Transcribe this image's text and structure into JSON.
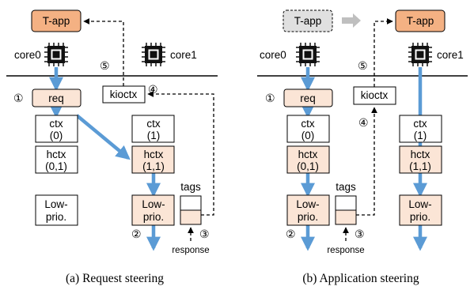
{
  "colors": {
    "app_active": "#f4b183",
    "app_inactive": "#e0e0e0",
    "queue_active": "#fbe5d6",
    "flow_arrow": "#5b9bd5",
    "gray_arrow": "#bfbfbf",
    "stroke": "#000000"
  },
  "icons": [
    "cpu-chip-icon",
    "gray-arrow-icon"
  ],
  "panel_a": {
    "caption": "(a)  Request steering",
    "app_label": "T-app",
    "core0_label": "core0",
    "core1_label": "core1",
    "req_label": "req",
    "kioctx_label": "kioctx",
    "ctx0": [
      "ctx",
      "(0)"
    ],
    "ctx1": [
      "ctx",
      "(1)"
    ],
    "hctx0": [
      "hctx",
      "(0,1)"
    ],
    "hctx1": [
      "hctx",
      "(1,1)"
    ],
    "low0": [
      "Low-",
      "prio."
    ],
    "low1": [
      "Low-",
      "prio."
    ],
    "tags_label": "tags",
    "response_label": "response",
    "steps": [
      "①",
      "②",
      "③",
      "④",
      "⑤"
    ]
  },
  "panel_b": {
    "caption": "(b)  Application steering",
    "app_old_label": "T-app",
    "app_new_label": "T-app",
    "core0_label": "core0",
    "core1_label": "core1",
    "req_label": "req",
    "kioctx_label": "kioctx",
    "ctx0": [
      "ctx",
      "(0)"
    ],
    "ctx1": [
      "ctx",
      "(1)"
    ],
    "hctx0": [
      "hctx",
      "(0,1)"
    ],
    "hctx1": [
      "hctx",
      "(1,1)"
    ],
    "low0": [
      "Low-",
      "prio."
    ],
    "low1": [
      "Low-",
      "prio."
    ],
    "tags_label": "tags",
    "response_label": "response",
    "steps": [
      "①",
      "②",
      "③",
      "④",
      "⑤"
    ]
  }
}
